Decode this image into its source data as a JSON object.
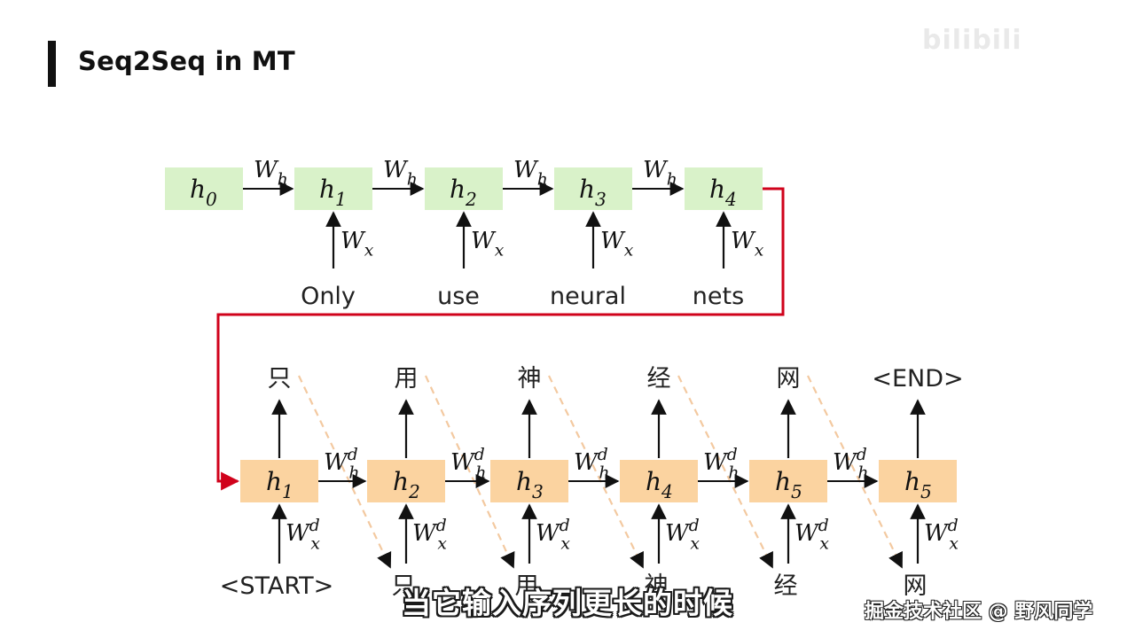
{
  "slide": {
    "title": "Seq2Seq in MT",
    "watermark": "bilibili"
  },
  "encoder": {
    "states": [
      {
        "base": "h",
        "sub": "0"
      },
      {
        "base": "h",
        "sub": "1"
      },
      {
        "base": "h",
        "sub": "2"
      },
      {
        "base": "h",
        "sub": "3"
      },
      {
        "base": "h",
        "sub": "4"
      }
    ],
    "recurrent_weight": {
      "base": "W",
      "sub": "h"
    },
    "input_weight": {
      "base": "W",
      "sub": "x"
    },
    "inputs": [
      "Only",
      "use",
      "neural",
      "nets"
    ]
  },
  "decoder": {
    "states": [
      {
        "base": "h",
        "sub": "1"
      },
      {
        "base": "h",
        "sub": "2"
      },
      {
        "base": "h",
        "sub": "3"
      },
      {
        "base": "h",
        "sub": "4"
      },
      {
        "base": "h",
        "sub": "5"
      },
      {
        "base": "h",
        "sub": "5"
      }
    ],
    "recurrent_weight": {
      "base": "W",
      "sub": "h",
      "sup": "d"
    },
    "input_weight": {
      "base": "W",
      "sub": "x",
      "sup": "d"
    },
    "outputs": [
      "只",
      "用",
      "神",
      "经",
      "网",
      "<END>"
    ],
    "inputs": [
      "<START>",
      "只",
      "用",
      "神",
      "经",
      "网"
    ]
  },
  "colors": {
    "encoder_box": "#d9f2c9",
    "decoder_box": "#fbd3a0",
    "connector": "#d0021b",
    "arrow": "#111111",
    "feedback_dash": "#f3c9a0"
  },
  "caption": {
    "subtitle": "当它输入序列更长的时候",
    "credit": "掘金技术社区 @ 野风同学"
  }
}
